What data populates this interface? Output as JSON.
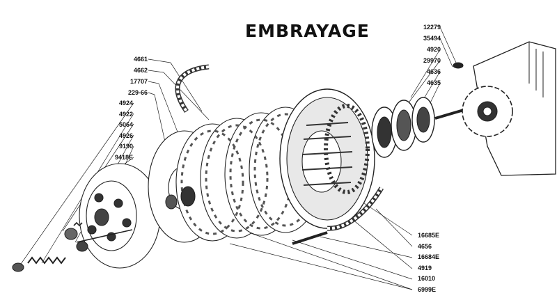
{
  "diagram": {
    "title": "EMBRAYAGE",
    "labels_left": [
      "4661",
      "4662",
      "17707",
      "229-66",
      "4924",
      "4922",
      "5064",
      "4926",
      "9190",
      "9418E"
    ],
    "labels_top_right": [
      "12279",
      "35494",
      "4920",
      "29970",
      "4636",
      "4635"
    ],
    "labels_bottom_right": [
      "16685E",
      "4656",
      "16684E",
      "4919",
      "16010",
      "6999E"
    ]
  }
}
